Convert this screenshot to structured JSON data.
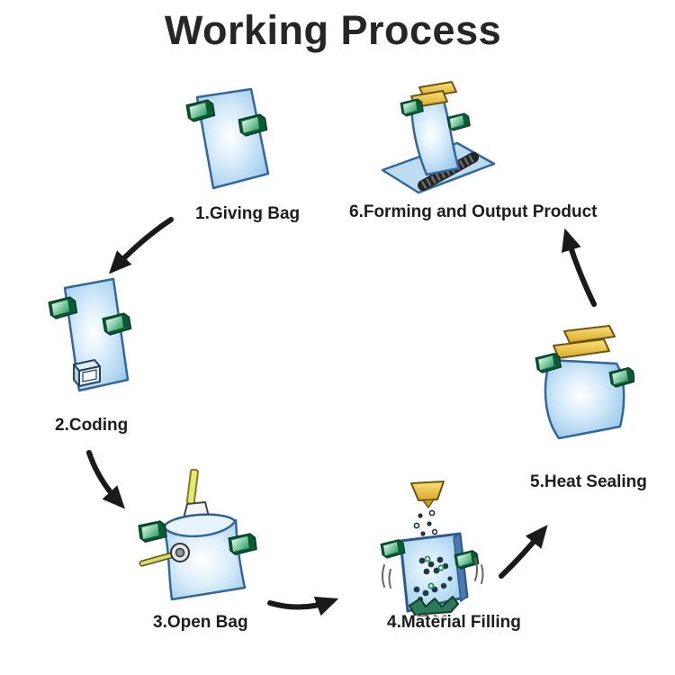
{
  "title": "Working Process",
  "steps": [
    {
      "label": "1.Giving Bag"
    },
    {
      "label": "2.Coding"
    },
    {
      "label": "3.Open Bag"
    },
    {
      "label": "4.Material Filling"
    },
    {
      "label": "5.Heat Sealing"
    },
    {
      "label": "6.Forming and Output Product"
    }
  ],
  "arrows": [
    {
      "from": "1.Giving Bag",
      "to": "2.Coding"
    },
    {
      "from": "2.Coding",
      "to": "3.Open Bag"
    },
    {
      "from": "3.Open Bag",
      "to": "4.Material Filling"
    },
    {
      "from": "4.Material Filling",
      "to": "5.Heat Sealing"
    },
    {
      "from": "5.Heat Sealing",
      "to": "6.Forming and Output Product"
    }
  ],
  "colors": {
    "background": "#ffffff",
    "title_text": "#262626",
    "label_text": "#1d1d1d",
    "arrow": "#1a1a1a",
    "bag_fill": "#9cc9ea",
    "bag_outline": "#33669a",
    "clip_green": "#25a363",
    "seal_yellow": "#edc13d",
    "conveyor_belt": "#242424",
    "funnel_yellow": "#edd362",
    "rod_yellow": "#d8dd66",
    "granule_dark": "#1c3b4a"
  }
}
